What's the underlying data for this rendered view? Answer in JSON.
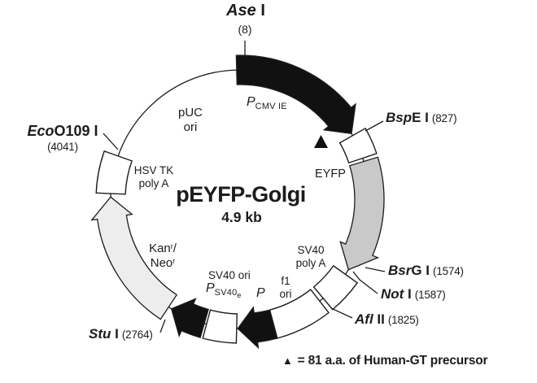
{
  "title": {
    "name": "pEYFP-Golgi",
    "size": "4.9 kb"
  },
  "sites": {
    "ase": {
      "it": "Ase",
      "rm": " I",
      "position": "(8)"
    },
    "bspe": {
      "it": "Bsp",
      "rm": "E I",
      "position": "(827)"
    },
    "bsrg": {
      "it": "Bsr",
      "rm": "G I",
      "position": "(1574)"
    },
    "not": {
      "it": "Not",
      "rm": " I",
      "position": "(1587)"
    },
    "afl": {
      "it": "Afl",
      "rm": " II",
      "position": "(1825)"
    },
    "stu": {
      "it": "Stu",
      "rm": " I",
      "position": "(2764)"
    },
    "eco": {
      "it": "Eco",
      "rm": "O109 I",
      "position": "(4041)"
    }
  },
  "features": {
    "pcmv": {
      "p": "P",
      "sub": "CMV IE"
    },
    "puc": {
      "line1": "pUC",
      "line2": "ori"
    },
    "eyfp": "EYFP",
    "hsvtk": {
      "line1": "HSV TK",
      "line2": "poly A"
    },
    "kan": {
      "name1": "Kan",
      "sup1": "r",
      "slash": "/",
      "name2": "Neo",
      "sup2": "r"
    },
    "sv40pa": {
      "line1": "SV40",
      "line2": "poly A"
    },
    "f1": {
      "line1": "f1",
      "line2": "ori"
    },
    "sv40ori": "SV40 ori",
    "psv40e": {
      "p": "P",
      "sub": "SV40",
      "sub2": "e"
    },
    "pf1": "P"
  },
  "note": {
    "marker": "▲",
    "text": "= 81 a.a. of Human-GT precursor"
  },
  "colors": {
    "line": "#1c1c1c",
    "black": "#111111",
    "eyfp_gray": "#c9c9c9",
    "kan_gray": "#ededed",
    "white": "#ffffff"
  }
}
